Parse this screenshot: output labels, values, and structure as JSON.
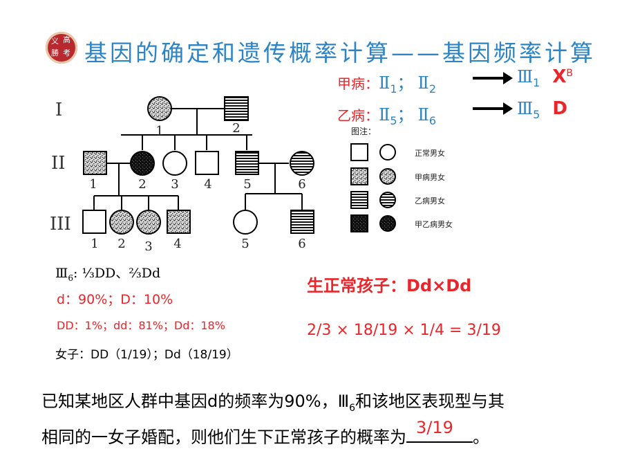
{
  "header": {
    "logo_chars": [
      "义",
      "高",
      "勝",
      "考"
    ],
    "title": "基因的确定和遗传概率计算——基因频率计算"
  },
  "disease_a": {
    "label": "甲病：",
    "parent1": "Ⅱ",
    "parent1_sub": "1",
    "sep": "；",
    "parent2": "Ⅱ",
    "parent2_sub": "2",
    "child": "Ⅲ",
    "child_sub": "1",
    "genotype": "X",
    "genotype_sup": "B"
  },
  "disease_b": {
    "label": "乙病：",
    "parent1": "Ⅱ",
    "parent1_sub": "5",
    "sep": "；",
    "parent2": "Ⅱ",
    "parent2_sub": "6",
    "child": "Ⅲ",
    "child_sub": "5",
    "genotype": "D"
  },
  "pedigree": {
    "generations": [
      "I",
      "II",
      "III"
    ],
    "gen1_numbers": [
      "1",
      "2"
    ],
    "gen2_numbers": [
      "1",
      "2",
      "3",
      "4",
      "5",
      "6"
    ],
    "gen3_numbers": [
      "1",
      "2",
      "3",
      "4",
      "5",
      "6"
    ]
  },
  "legend": {
    "title": "图注：",
    "rows": [
      "正常男女",
      "甲病男女",
      "乙病男女",
      "甲乙病男女"
    ]
  },
  "left_notes": {
    "line1_prefix": "Ⅲ",
    "line1_sub": "6",
    "line1_text": ": ⅓DD、⅔Dd",
    "line2": "d：90%；D：10%",
    "line3": "DD：1%；dd：81%；Dd：18%",
    "line4": "女子：DD（1/19）；Dd（18/19）"
  },
  "right_notes": {
    "line1": "生正常孩子：Dd×Dd",
    "line2": "2/3  ×  18/19  ×  1/4 = 3/19"
  },
  "question": {
    "line1_a": "已知某地区人群中基因d的频率为90%，Ⅲ",
    "line1_sub": "6",
    "line1_b": "和该地区表现型与其",
    "line2_a": "相同的一女子婚配，则他们生下正常孩子的概率为",
    "answer": "3/19",
    "line2_end": "。"
  }
}
